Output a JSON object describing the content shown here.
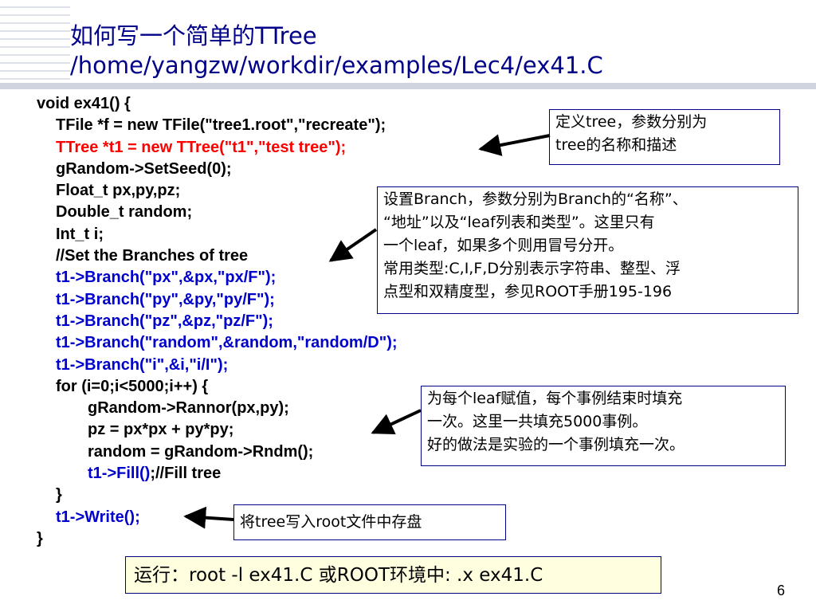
{
  "title": {
    "line1": "如何写一个简单的TTree",
    "line2": "/home/yangzw/workdir/examples/Lec4/ex41.C"
  },
  "code": {
    "lines": [
      "void ex41() {",
      "TFile *f = new TFile(\"tree1.root\",\"recreate\");",
      "TTree *t1 = new TTree(\"t1\",\"test tree\");",
      "gRandom->SetSeed(0);",
      "Float_t px,py,pz;",
      "Double_t random;",
      "Int_t i;",
      "//Set the Branches of tree",
      "t1->Branch(\"px\",&px,\"px/F\");",
      "t1->Branch(\"py\",&py,\"py/F\");",
      "t1->Branch(\"pz\",&pz,\"pz/F\");",
      "t1->Branch(\"random\",&random,\"random/D\");",
      "t1->Branch(\"i\",&i,\"i/I\");",
      "for (i=0;i<5000;i++) {",
      "gRandom->Rannor(px,py);",
      "pz = px*px + py*py;",
      "random = gRandom->Rndm();",
      "t1->Fill()",
      ";//Fill tree",
      "}",
      "t1->Write();",
      "}"
    ]
  },
  "notes": {
    "tree": [
      "定义tree，参数分别为",
      "tree的名称和描述"
    ],
    "branch": [
      "设置Branch，参数分别为Branch的“名称”、",
      "“地址”以及“leaf列表和类型”。这里只有",
      "一个leaf，如果多个则用冒号分开。",
      "常用类型:C,I,F,D分别表示字符串、整型、浮",
      "点型和双精度型，参见ROOT手册195-196"
    ],
    "fill": [
      "为每个leaf赋值，每个事例结束时填充",
      "一次。这里一共填充5000事例。",
      "好的做法是实验的一个事例填充一次。"
    ],
    "write": "将tree写入root文件中存盘",
    "run": "运行：root -l ex41.C 或ROOT环境中: .x ex41.C"
  },
  "page_number": "6",
  "colors": {
    "title": "#000088",
    "highlight_red": "#ff0000",
    "highlight_blue": "#0000cc",
    "run_box_fill": "#ffffe0"
  }
}
